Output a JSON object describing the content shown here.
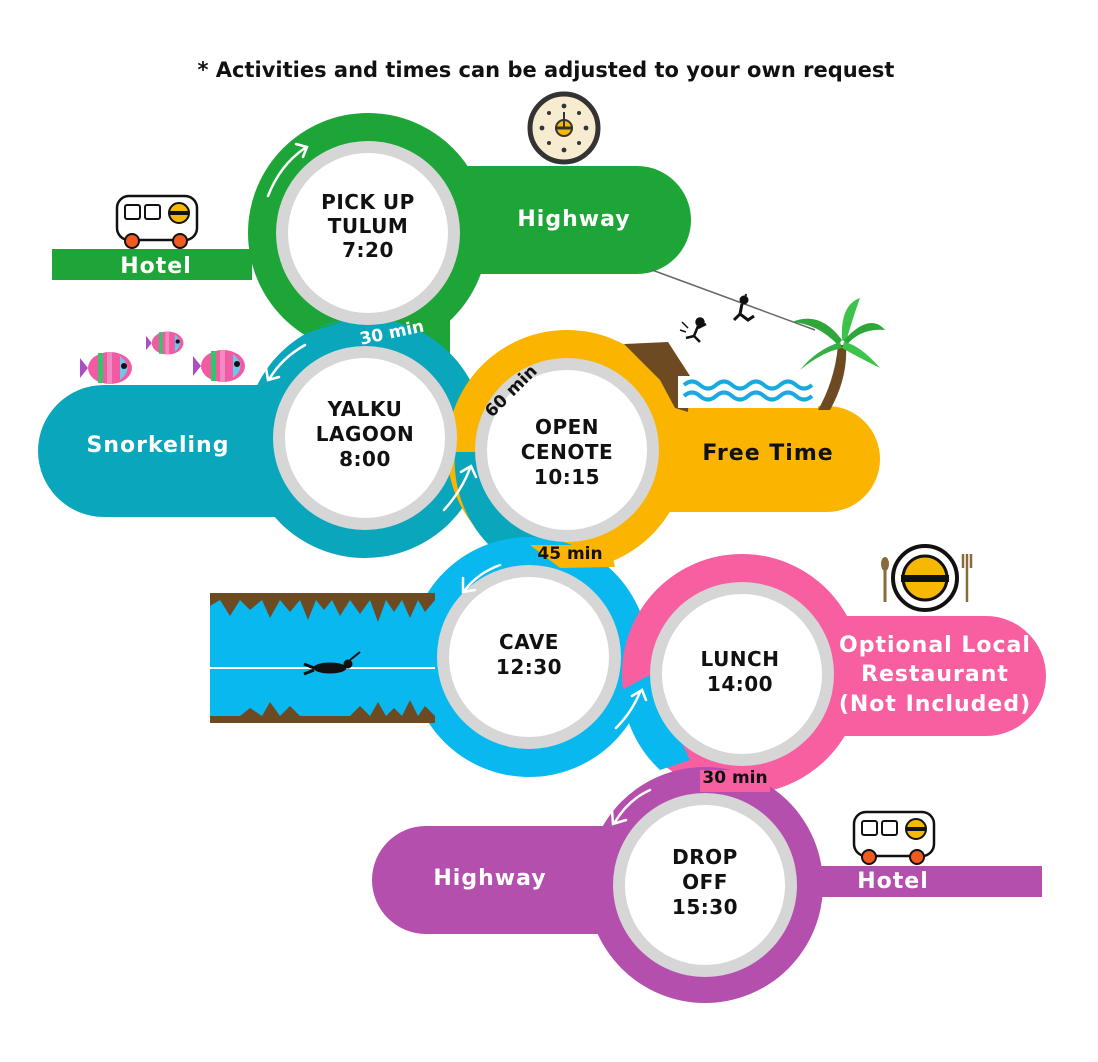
{
  "note": "* Activities and times can be adjusted to your own request",
  "colors": {
    "green": "#1ea538",
    "teal": "#0aa6bc",
    "orange": "#fbb400",
    "blue": "#08b8ee",
    "pink": "#f75fa1",
    "purple": "#b44fae",
    "ring": "#d6d6d6"
  },
  "stops": [
    {
      "lines": [
        "PICK UP",
        "TULUM",
        "7:20"
      ],
      "color": "green"
    },
    {
      "lines": [
        "YALKU",
        "LAGOON",
        "8:00"
      ],
      "color": "teal"
    },
    {
      "lines": [
        "OPEN",
        "CENOTE",
        "10:15"
      ],
      "color": "orange"
    },
    {
      "lines": [
        "CAVE",
        "12:30"
      ],
      "color": "blue"
    },
    {
      "lines": [
        "LUNCH",
        "14:00"
      ],
      "color": "pink"
    },
    {
      "lines": [
        "DROP",
        "OFF",
        "15:30"
      ],
      "color": "purple"
    }
  ],
  "bands": {
    "hotel_start": "Hotel",
    "highway_1": "Highway",
    "snorkeling": "Snorkeling",
    "free_time": "Free Time",
    "restaurant": [
      "Optional Local",
      "Restaurant",
      "(Not Included)"
    ],
    "highway_2": "Highway",
    "hotel_end": "Hotel"
  },
  "durations": {
    "d1": "30 min",
    "d2": "60 min",
    "d3": "45 min",
    "d4": "30 min"
  },
  "icons": [
    "bus-icon",
    "clock-icon",
    "fish-icon",
    "zipline-icon",
    "cliff-jumper-icon",
    "palm-tree-icon",
    "water-waves-icon",
    "diver-icon",
    "plate-cutlery-icon",
    "bus-icon"
  ]
}
